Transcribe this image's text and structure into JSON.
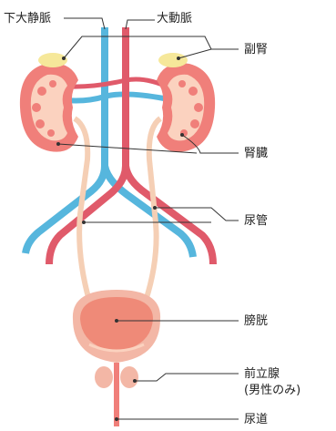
{
  "labels": {
    "vena_cava": "下大静脈",
    "aorta": "大動脈",
    "adrenal": "副腎",
    "kidney": "腎臓",
    "ureter": "尿管",
    "bladder": "膀胱",
    "prostate_line1": "前立腺",
    "prostate_line2": "(男性のみ)",
    "urethra": "尿道"
  },
  "colors": {
    "vein": "#56b6dd",
    "artery": "#e05a6a",
    "kidney_outer": "#f07f7a",
    "kidney_inner": "#fbd2bf",
    "adrenal": "#f6e89a",
    "ureter": "#f5cfb5",
    "bladder_outer": "#f3b7a6",
    "bladder_inner": "#ef8a78"
  }
}
